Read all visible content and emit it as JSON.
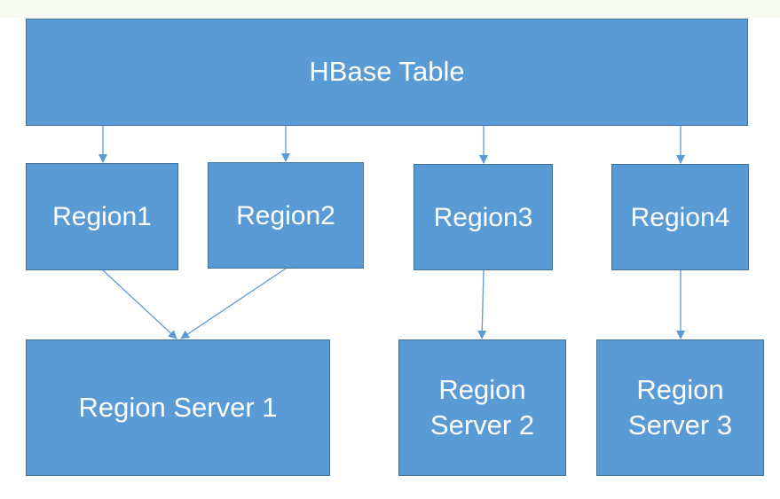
{
  "diagram": {
    "table": {
      "label": "HBase Table"
    },
    "regions": [
      {
        "label": "Region1"
      },
      {
        "label": "Region2"
      },
      {
        "label": "Region3"
      },
      {
        "label": "Region4"
      }
    ],
    "servers": [
      {
        "label": "Region Server 1"
      },
      {
        "label": "Region\nServer 2"
      },
      {
        "label": "Region\nServer 3"
      }
    ]
  },
  "colors": {
    "box_fill": "#5b9bd5",
    "box_border": "#41719c",
    "arrow": "#5b9bd5",
    "text": "#ffffff"
  }
}
